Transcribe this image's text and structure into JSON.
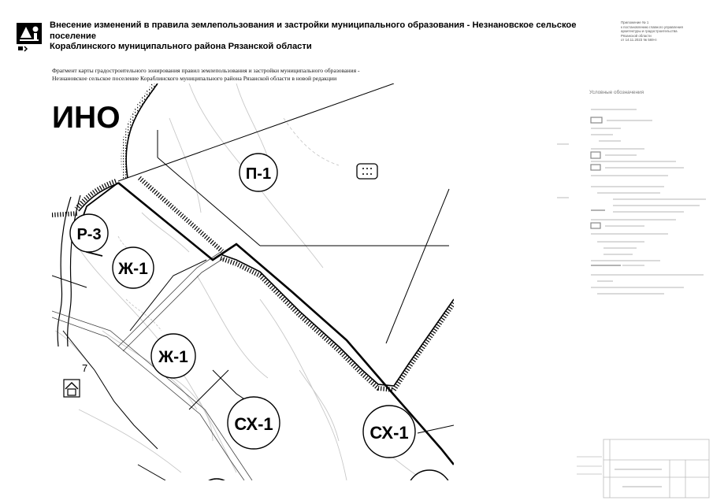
{
  "header": {
    "title_line1": "Внесение изменений в правила землепользования и застройки муниципального образования - Незнановское сельское поселение",
    "title_line2": "Кораблинского муниципального района Рязанской области",
    "appendix_lines": [
      "Приложение № 1",
      "к постановлению главного управления",
      "архитектуры и градостроительства",
      "Рязанской области",
      "от 14.11.2023 № 569-п"
    ]
  },
  "fragment_title": {
    "line1": "Фрагмент карты градостроительного зонирования правил землепользования и застройки муниципального образования -",
    "line2": "Незнановское сельское поселение Кораблинского муниципального района Рязанской области в новой редакции"
  },
  "map": {
    "settlement_fragment": "ИНО",
    "zones": [
      {
        "code": "П-1"
      },
      {
        "code": "Р-3"
      },
      {
        "code": "Ж-1"
      },
      {
        "code": "Ж-1"
      },
      {
        "code": "СХ-1"
      },
      {
        "code": "СХ-1"
      }
    ],
    "parcel_number": "7",
    "symbols": [
      "dotted-box-icon",
      "house-icon"
    ],
    "colors": {
      "boundary": "#000000",
      "land_contour": "#c8c8c8"
    }
  },
  "legend": {
    "title": "Условные обозначения"
  },
  "stamp": {}
}
